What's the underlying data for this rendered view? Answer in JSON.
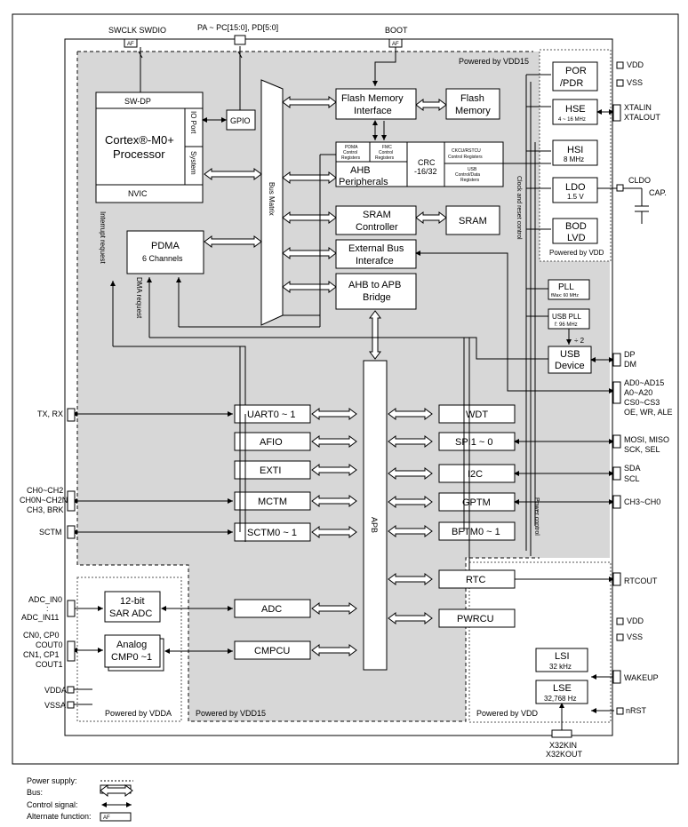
{
  "pins": {
    "top_swclk": "SWCLK SWDIO",
    "top_pa": "PA ~ PC[15:0], PD[5:0]",
    "top_boot": "BOOT",
    "vdd": "VDD",
    "vss": "VSS",
    "xtalin": "XTALIN",
    "xtalout": "XTALOUT",
    "cldo": "CLDO",
    "cap": "CAP.",
    "dp": "DP",
    "dm": "DM",
    "ebi1": "AD0~AD15",
    "ebi2": "A0~A20",
    "ebi3": "CS0~CS3",
    "ebi4": "OE, WR, ALE",
    "txrx": "TX, RX",
    "spi1": "MOSI, MISO",
    "spi2": "SCK, SEL",
    "sda": "SDA",
    "scl": "SCL",
    "ch_mctm1": "CH0~CH2",
    "ch_mctm2": "CH0N~CH2N",
    "ch_mctm3": "CH3, BRK",
    "ch_gptm": "CH3~CH0",
    "sctm": "SCTM",
    "adc1": "ADC_IN0",
    "adc_dots": ":",
    "adc2": "ADC_IN11",
    "cmp1": "CN0, CP0",
    "cmp2": "COUT0",
    "cmp3": "CN1, CP1",
    "cmp4": "COUT1",
    "vdda": "VDDA",
    "vssa": "VSSA",
    "rtcout": "RTCOUT",
    "vdd2": "VDD",
    "vss2": "VSS",
    "wakeup": "WAKEUP",
    "nrst": "nRST",
    "x32kin": "X32KIN",
    "x32kout": "X32KOUT",
    "af": "AF"
  },
  "domains": {
    "vdd15_top": "Powered by VDD15",
    "vdd_right": "Powered by VDD",
    "vdda": "Powered by VDDA",
    "vdd15_bottom": "Powered by VDD15",
    "vdd_bottom": "Powered by VDD"
  },
  "blocks": {
    "sw_dp": "SW-DP",
    "cortex1": "Cortex®-M0+",
    "cortex2": "Processor",
    "io_port": "IO Port",
    "system": "System",
    "nvic": "NVIC",
    "gpio": "GPIO",
    "bus_matrix": "Bus Matrix",
    "flash_if1": "Flash Memory",
    "flash_if2": "Interface",
    "flash_mem1": "Flash",
    "flash_mem2": "Memory",
    "pdma_regs1": "PDMA",
    "pdma_regs2": "Control",
    "pdma_regs3": "Registers",
    "fmc_regs1": "FMC",
    "fmc_regs2": "Control",
    "fmc_regs3": "Registers",
    "ahb_periph1": "AHB",
    "ahb_periph2": "Peripherals",
    "crc1": "CRC",
    "crc2": "-16/32",
    "ckcu1": "CKCU/RSTCU",
    "ckcu2": "Control Registers",
    "usb_regs1": "USB",
    "usb_regs2": "Control/Data",
    "usb_regs3": "Registers",
    "sram_ctrl1": "SRAM",
    "sram_ctrl2": "Controller",
    "sram": "SRAM",
    "ebi1": "External Bus",
    "ebi2": "Interafce",
    "bridge1": "AHB to APB",
    "bridge2": "Bridge",
    "pdma1": "PDMA",
    "pdma2": "6 Channels",
    "interrupt_request": "Interrupt request",
    "dma_request": "DMA request",
    "clock_reset": "Clock and reset control",
    "power_control": "Power control",
    "por1": "POR",
    "por2": "/PDR",
    "hse1": "HSE",
    "hse2": "4 ~ 16 MHz",
    "hsi1": "HSI",
    "hsi2": "8 MHz",
    "ldo1": "LDO",
    "ldo2": "1.5 V",
    "bod1": "BOD",
    "bod2": "LVD",
    "pll1": "PLL",
    "pll2": "fMax: 60 MHz",
    "usbpll1": "USB PLL",
    "usbpll2": "f: 96 MHz",
    "div2": "÷ 2",
    "usb1": "USB",
    "usb2": "Device",
    "apb": "APB",
    "uart": "UART0 ~ 1",
    "afio": "AFIO",
    "exti": "EXTI",
    "mctm": "MCTM",
    "sctm": "SCTM0 ~ 1",
    "adc_blk": "ADC",
    "cmpcu": "CMPCU",
    "sar1": "12-bit",
    "sar2": "SAR ADC",
    "cmp1": "Analog",
    "cmp2": "CMP0 ~1",
    "wdt": "WDT",
    "spi": "SPI1 ~ 0",
    "i2c": "I2C",
    "gptm": "GPTM",
    "bftm": "BFTM0 ~ 1",
    "rtc": "RTC",
    "pwrcu": "PWRCU",
    "lsi1": "LSI",
    "lsi2": "32 kHz",
    "lse1": "LSE",
    "lse2": "32,768 Hz"
  },
  "legend": {
    "power": "Power supply:",
    "bus": "Bus:",
    "control": "Control signal:",
    "af": "Alternate function:",
    "af_box": "AF"
  }
}
